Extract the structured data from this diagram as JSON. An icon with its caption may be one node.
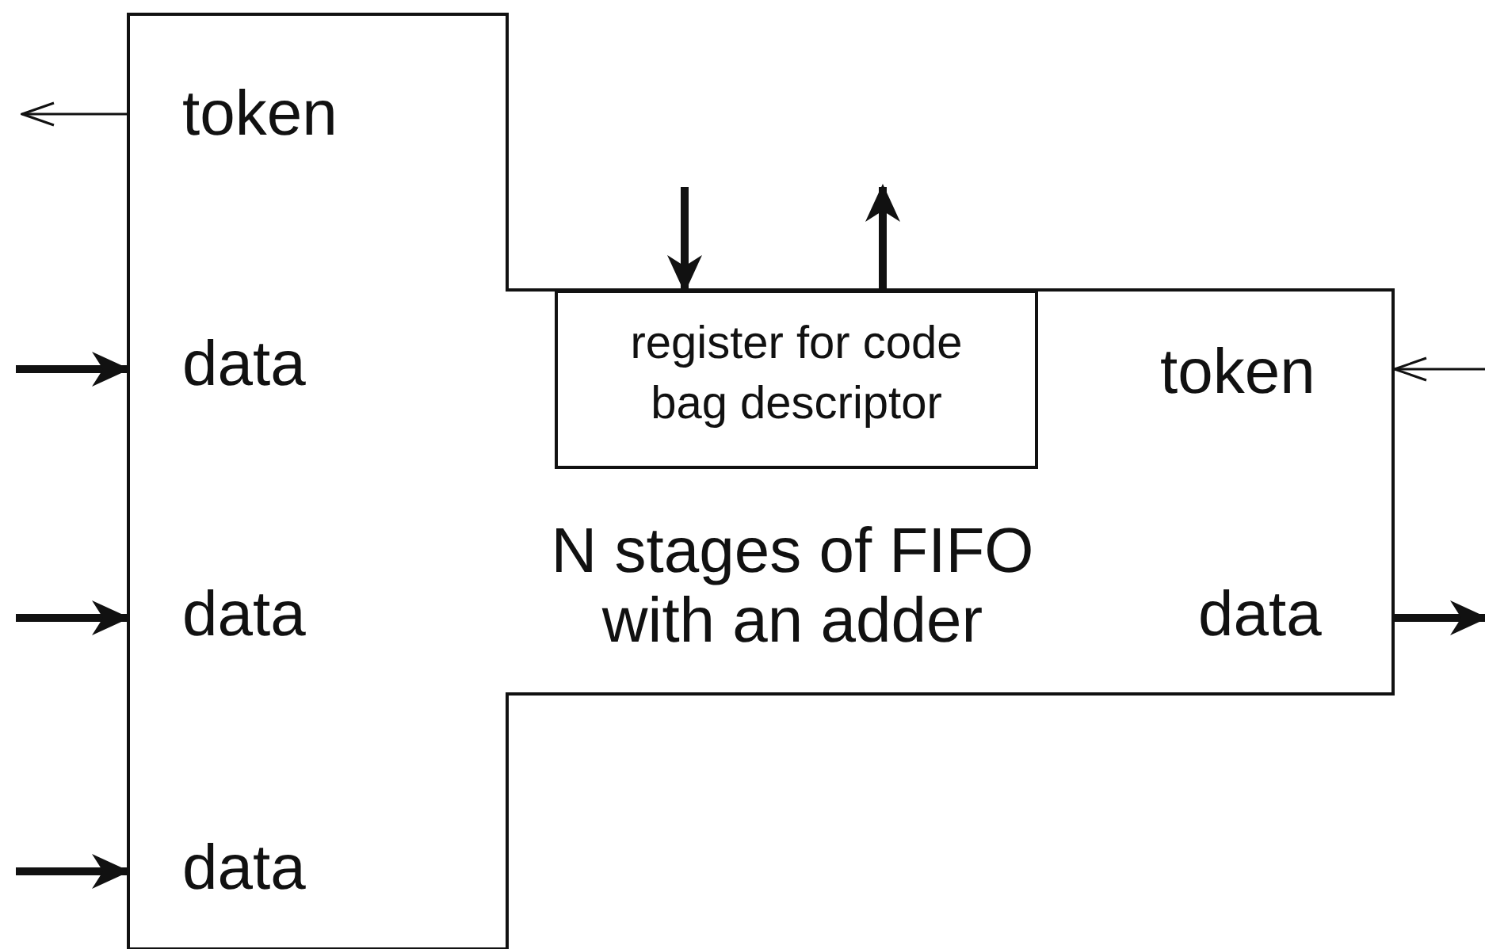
{
  "diagram": {
    "nodes": [
      {
        "text": [
          "token",
          "data",
          "data",
          "data",
          "token",
          "N stages of FIFO with an adder",
          "data"
        ]
      },
      {
        "text": [
          "register for code bag descriptor"
        ],
        "in": 0
      }
    ],
    "edges": [
      {
        "from": 0,
        "to": null,
        "arrow": "to"
      },
      {
        "from": null,
        "to": 0,
        "arrow": "to"
      },
      {
        "from": null,
        "to": 0,
        "arrow": "to"
      },
      {
        "from": null,
        "to": 0,
        "arrow": "to"
      },
      {
        "from": null,
        "to": 1,
        "arrow": "to"
      },
      {
        "from": 1,
        "to": null,
        "arrow": "to"
      },
      {
        "from": null,
        "to": 0,
        "arrow": "to"
      },
      {
        "from": 0,
        "to": null,
        "arrow": "to"
      }
    ]
  }
}
